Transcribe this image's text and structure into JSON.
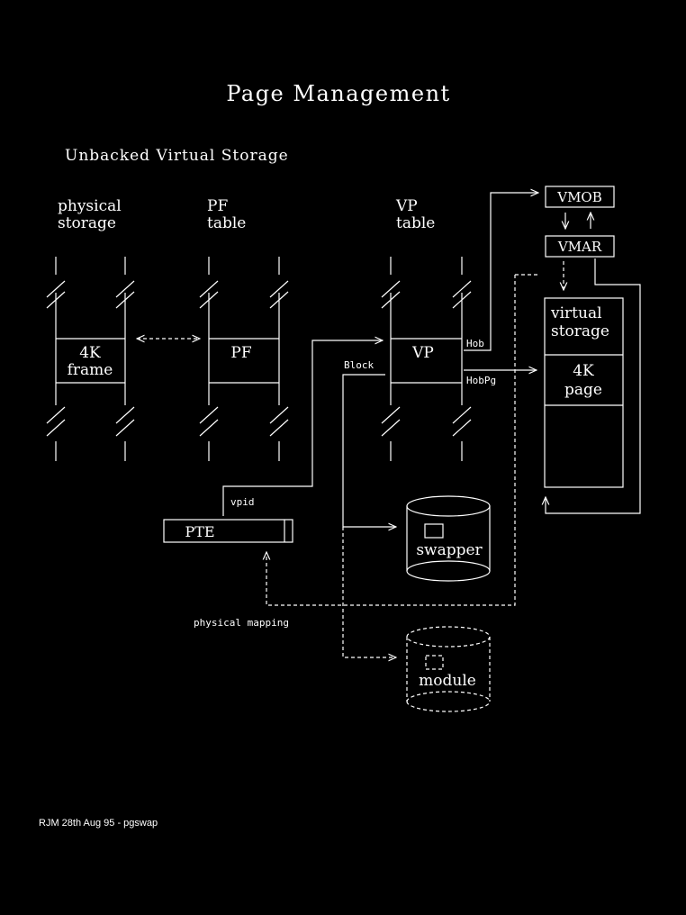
{
  "title": "Page Management",
  "subtitle": "Unbacked Virtual Storage",
  "columns": {
    "physical": [
      "physical",
      "storage"
    ],
    "pf": [
      "PF",
      "table"
    ],
    "vp": [
      "VP",
      "table"
    ]
  },
  "boxes": {
    "frame": [
      "4K",
      "frame"
    ],
    "pf": "PF",
    "vp": "VP",
    "pte": "PTE",
    "vmob": "VMOB",
    "vmar": "VMAR",
    "virtual_storage": [
      "virtual",
      "storage"
    ],
    "page": [
      "4K",
      "page"
    ],
    "swapper": "swapper",
    "module": "module"
  },
  "labels": {
    "hob": "Hob",
    "hobpg": "HobPg",
    "block": "Block",
    "vpid": "vpid",
    "physical_mapping": "physical mapping"
  },
  "footer": "RJM 28th Aug 95 - pgswap"
}
